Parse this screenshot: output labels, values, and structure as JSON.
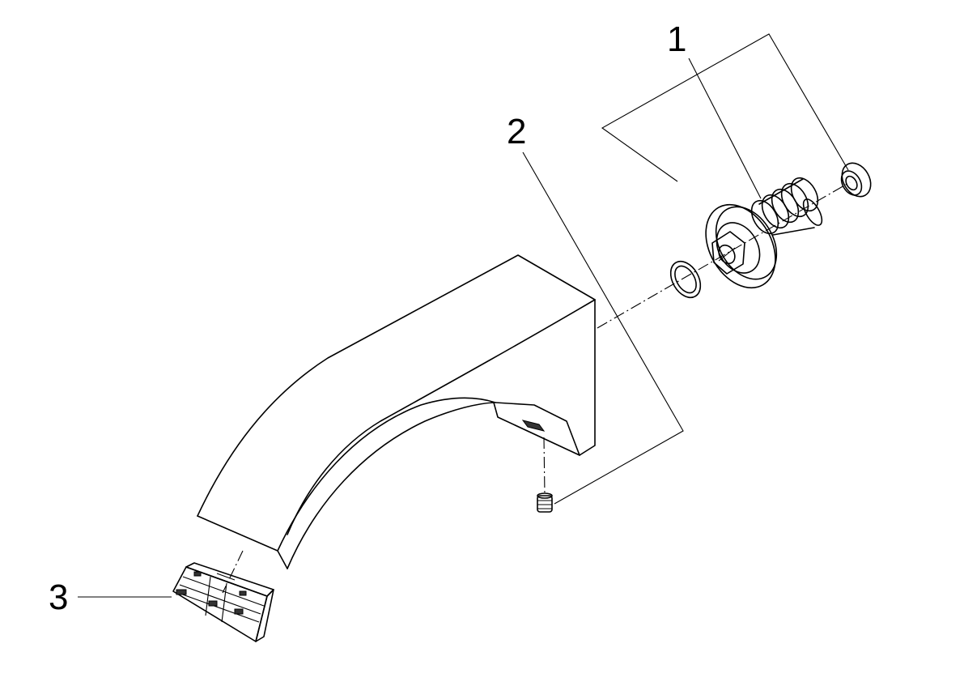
{
  "drawing": {
    "parts": [
      {
        "number": "1"
      },
      {
        "number": "2"
      },
      {
        "number": "3"
      }
    ]
  }
}
